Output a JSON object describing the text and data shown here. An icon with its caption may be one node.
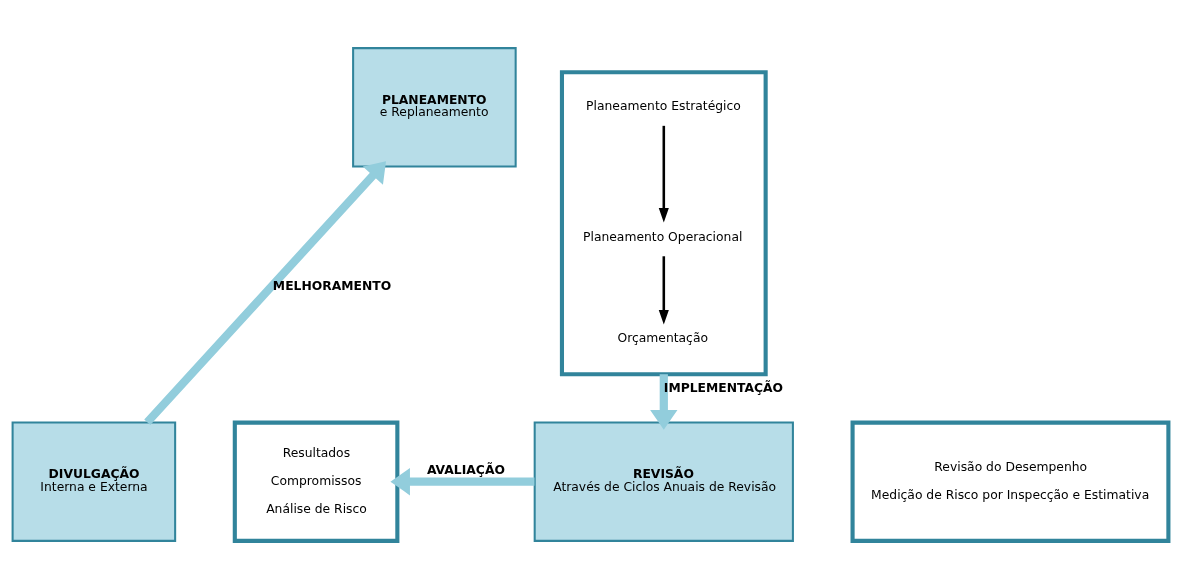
{
  "diagram": {
    "nodes": [
      {
        "text": [
          "PLANEAMENTO",
          "e Replaneamento"
        ]
      },
      {
        "text": [],
        "shape": "box"
      },
      {
        "text": [
          "Planeamento Estratégico"
        ],
        "in": 1
      },
      {
        "text": [
          "Planeamento Operacional"
        ],
        "in": 1
      },
      {
        "text": [
          "Orçamentação"
        ],
        "in": 1
      },
      {
        "text": [
          "DIVULGAÇÃO",
          "Interna e Externa"
        ]
      },
      {
        "text": [
          "Resultados",
          "Compromissos",
          "Análise de Risco"
        ]
      },
      {
        "text": [
          "REVISÃO",
          "Através de Ciclos Anuais de Revisão"
        ]
      },
      {
        "text": [
          "Revisão do Desempenho",
          "Medição de Risco por Inspecção e Estimativa"
        ]
      }
    ],
    "edges": [
      {
        "from": 2,
        "to": 3,
        "arrow": "to",
        "color": "#000000"
      },
      {
        "from": 3,
        "to": 4,
        "arrow": "to",
        "color": "#000000"
      },
      {
        "from": 1,
        "to": 7,
        "arrow": "to",
        "label": "IMPLEMENTAÇÃO"
      },
      {
        "from": 7,
        "to": 6,
        "arrow": "to",
        "label": "AVALIAÇÃO"
      },
      {
        "from": 5,
        "to": 0,
        "arrow": "to",
        "label": "MELHORAMENTO"
      }
    ]
  }
}
